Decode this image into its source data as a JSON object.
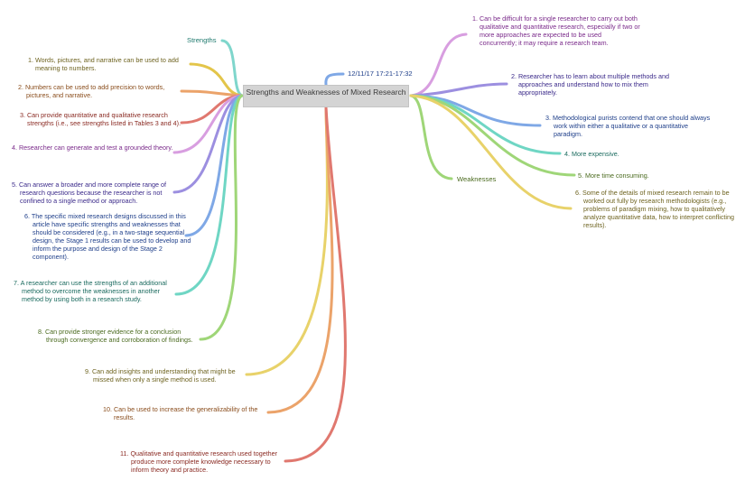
{
  "map": {
    "central_topic": "Strengths and Weaknesses of Mixed Research",
    "timestamp": "12/11/17 17:21-17:32",
    "strengths": {
      "label": "Strengths",
      "items": [
        {
          "text": "1. Words, pictures, and narrative can be used to add meaning to numbers.",
          "color": "#e3c54a",
          "text_color": "#6e6320"
        },
        {
          "text": "2. Numbers can be used to add precision to words, pictures, and narrative.",
          "color": "#eba36a",
          "text_color": "#8a4d1c"
        },
        {
          "text": "3. Can provide quantitative and qualitative research strengths (i.e., see strengths listed in Tables 3 and 4).",
          "color": "#e0786f",
          "text_color": "#8a2a22"
        },
        {
          "text": "4. Researcher can generate and test a grounded theory.",
          "color": "#d89ee0",
          "text_color": "#7a2a8a"
        },
        {
          "text": "5. Can answer a broader and more complete range of research questions because the researcher is not confined to a single method or approach.",
          "color": "#9c8fe0",
          "text_color": "#3b2a8a"
        },
        {
          "text": "6. The specific mixed research designs discussed in this article have specific strengths and weaknesses that should be considered (e.g., in a two-stage sequential design, the Stage 1 results can be used to develop and inform the purpose and design of the Stage 2 component).",
          "color": "#7fa8e6",
          "text_color": "#1f3f8a"
        },
        {
          "text": "7. A researcher can use the strengths of an additional method to overcome the weaknesses in another method by using both in a research study.",
          "color": "#6fd6c4",
          "text_color": "#1a6a5e"
        },
        {
          "text": "8. Can provide stronger evidence for a conclusion through convergence and corroboration of findings.",
          "color": "#9fd678",
          "text_color": "#4a6a1e"
        },
        {
          "text": "9. Can add insights and understanding that might be missed when only a single method is used.",
          "color": "#e8d26a",
          "text_color": "#6e6320"
        },
        {
          "text": "10. Can be used to increase the generalizability of the results.",
          "color": "#eba36a",
          "text_color": "#8a4d1c"
        },
        {
          "text": "11. Qualitative and quantitative research used together produce more complete knowledge necessary to inform theory and practice.",
          "color": "#e0786f",
          "text_color": "#8a2a22"
        }
      ],
      "branch_color": "#7fd6cc",
      "branch_text_color": "#1f7a6e"
    },
    "weaknesses": {
      "label": "Weaknesses",
      "items": [
        {
          "text": "1. Can be difficult for a single researcher to carry out both qualitative and quantitative research, especially if two or more approaches are expected to be used concurrently; it may require a research team.",
          "color": "#d89ee0",
          "text_color": "#7a2a8a"
        },
        {
          "text": "2. Researcher has to learn about multiple methods and approaches and understand how to mix them appropriately.",
          "color": "#9c8fe0",
          "text_color": "#3b2a8a"
        },
        {
          "text": "3. Methodological purists contend that one should always work within either a qualitative or a quantitative paradigm.",
          "color": "#7fa8e6",
          "text_color": "#1f3f8a"
        },
        {
          "text": "4. More expensive.",
          "color": "#6fd6c4",
          "text_color": "#1a6a5e"
        },
        {
          "text": "5. More time consuming.",
          "color": "#9fd678",
          "text_color": "#4a6a1e"
        },
        {
          "text": "6. Some of the details of mixed research remain to be worked out fully by research methodologists (e.g., problems of paradigm mixing, how to qualitatively analyze quantitative data, how to interpret conflicting results).",
          "color": "#e8d26a",
          "text_color": "#6e6320"
        }
      ],
      "branch_color": "#9fd678",
      "branch_text_color": "#4a6a1e"
    },
    "timestamp_color": "#7fa8e6",
    "timestamp_text_color": "#1f3f8a"
  }
}
